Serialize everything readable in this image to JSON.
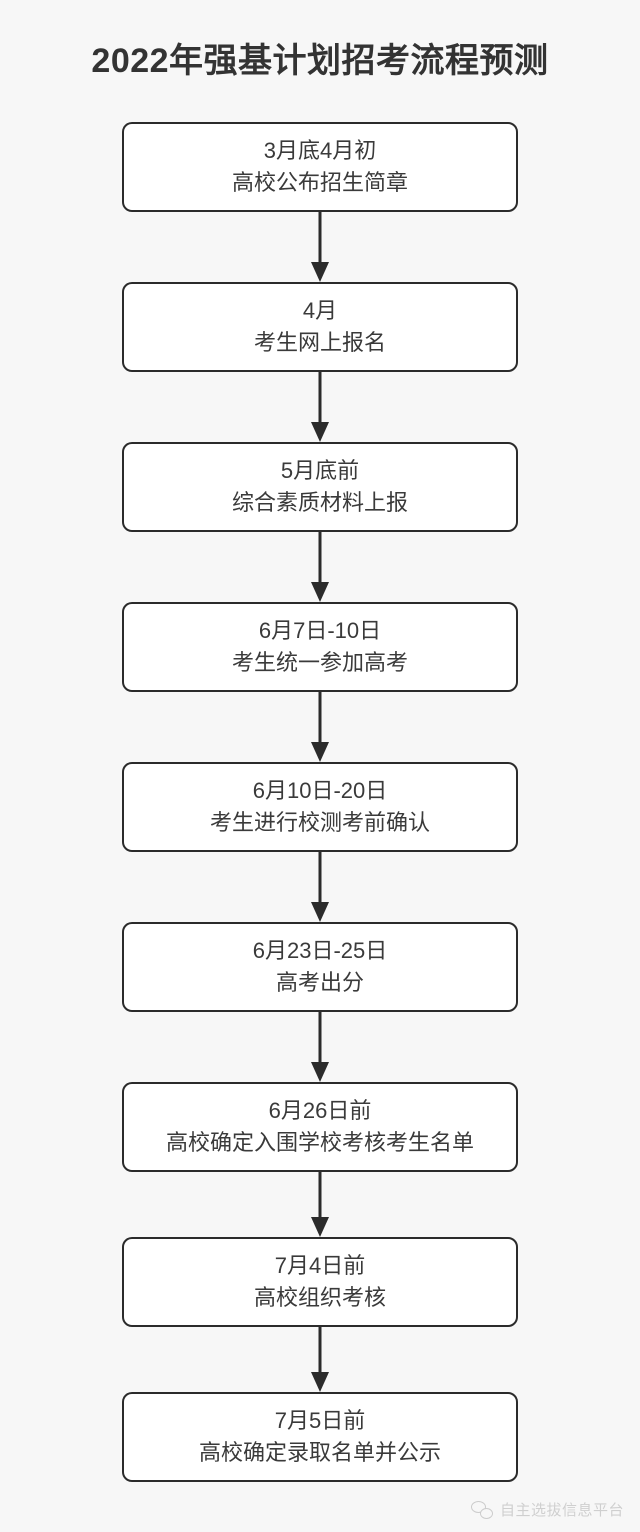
{
  "page": {
    "title": "2022年强基计划招考流程预测",
    "background_color": "#f7f7f7",
    "title_color": "#333333",
    "node_border_color": "#2b2b2b",
    "node_fill_color": "#ffffff",
    "node_text_color": "#3a3a3a",
    "watermark_color": "#b0b0b0"
  },
  "flow": {
    "nodes": [
      {
        "time": "3月底4月初",
        "action": "高校公布招生简章"
      },
      {
        "time": "4月",
        "action": "考生网上报名"
      },
      {
        "time": "5月底前",
        "action": "综合素质材料上报"
      },
      {
        "time": "6月7日-10日",
        "action": "考生统一参加高考"
      },
      {
        "time": "6月10日-20日",
        "action": "考生进行校测考前确认"
      },
      {
        "time": "6月23日-25日",
        "action": "高考出分"
      },
      {
        "time": "6月26日前",
        "action": "高校确定入围学校考核考生名单"
      },
      {
        "time": "7月4日前",
        "action": "高校组织考核"
      },
      {
        "time": "7月5日前",
        "action": "高校确定录取名单并公示"
      }
    ]
  },
  "footer": {
    "watermark_icon": "wechat-icon",
    "watermark_text": "自主选拔信息平台"
  }
}
